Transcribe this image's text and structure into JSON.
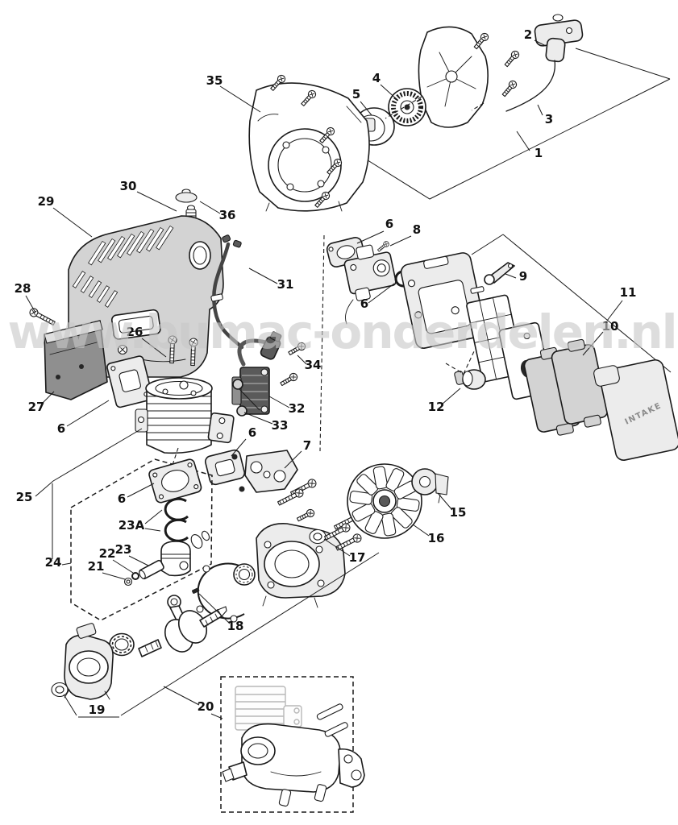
{
  "watermark": {
    "text": "www.bumac-onderdelen.nl",
    "color": "#c8c8c8"
  },
  "diagram": {
    "intake_text": "INTAKE",
    "background": "#ffffff",
    "line_color": "#1a1a1a"
  },
  "part_labels": [
    {
      "text": "1"
    },
    {
      "text": "2"
    },
    {
      "text": "3"
    },
    {
      "text": "4"
    },
    {
      "text": "5"
    },
    {
      "text": "6"
    },
    {
      "text": "8"
    },
    {
      "text": "9"
    },
    {
      "text": "10"
    },
    {
      "text": "11"
    },
    {
      "text": "6"
    },
    {
      "text": "12"
    },
    {
      "text": "15"
    },
    {
      "text": "16"
    },
    {
      "text": "17"
    },
    {
      "text": "18"
    },
    {
      "text": "19"
    },
    {
      "text": "20"
    },
    {
      "text": "21"
    },
    {
      "text": "22"
    },
    {
      "text": "23"
    },
    {
      "text": "23A"
    },
    {
      "text": "24"
    },
    {
      "text": "25"
    },
    {
      "text": "26"
    },
    {
      "text": "27"
    },
    {
      "text": "28"
    },
    {
      "text": "29"
    },
    {
      "text": "30"
    },
    {
      "text": "31"
    },
    {
      "text": "32"
    },
    {
      "text": "33"
    },
    {
      "text": "34"
    },
    {
      "text": "35"
    },
    {
      "text": "36"
    },
    {
      "text": "6"
    },
    {
      "text": "6"
    },
    {
      "text": "6"
    },
    {
      "text": "7"
    }
  ]
}
